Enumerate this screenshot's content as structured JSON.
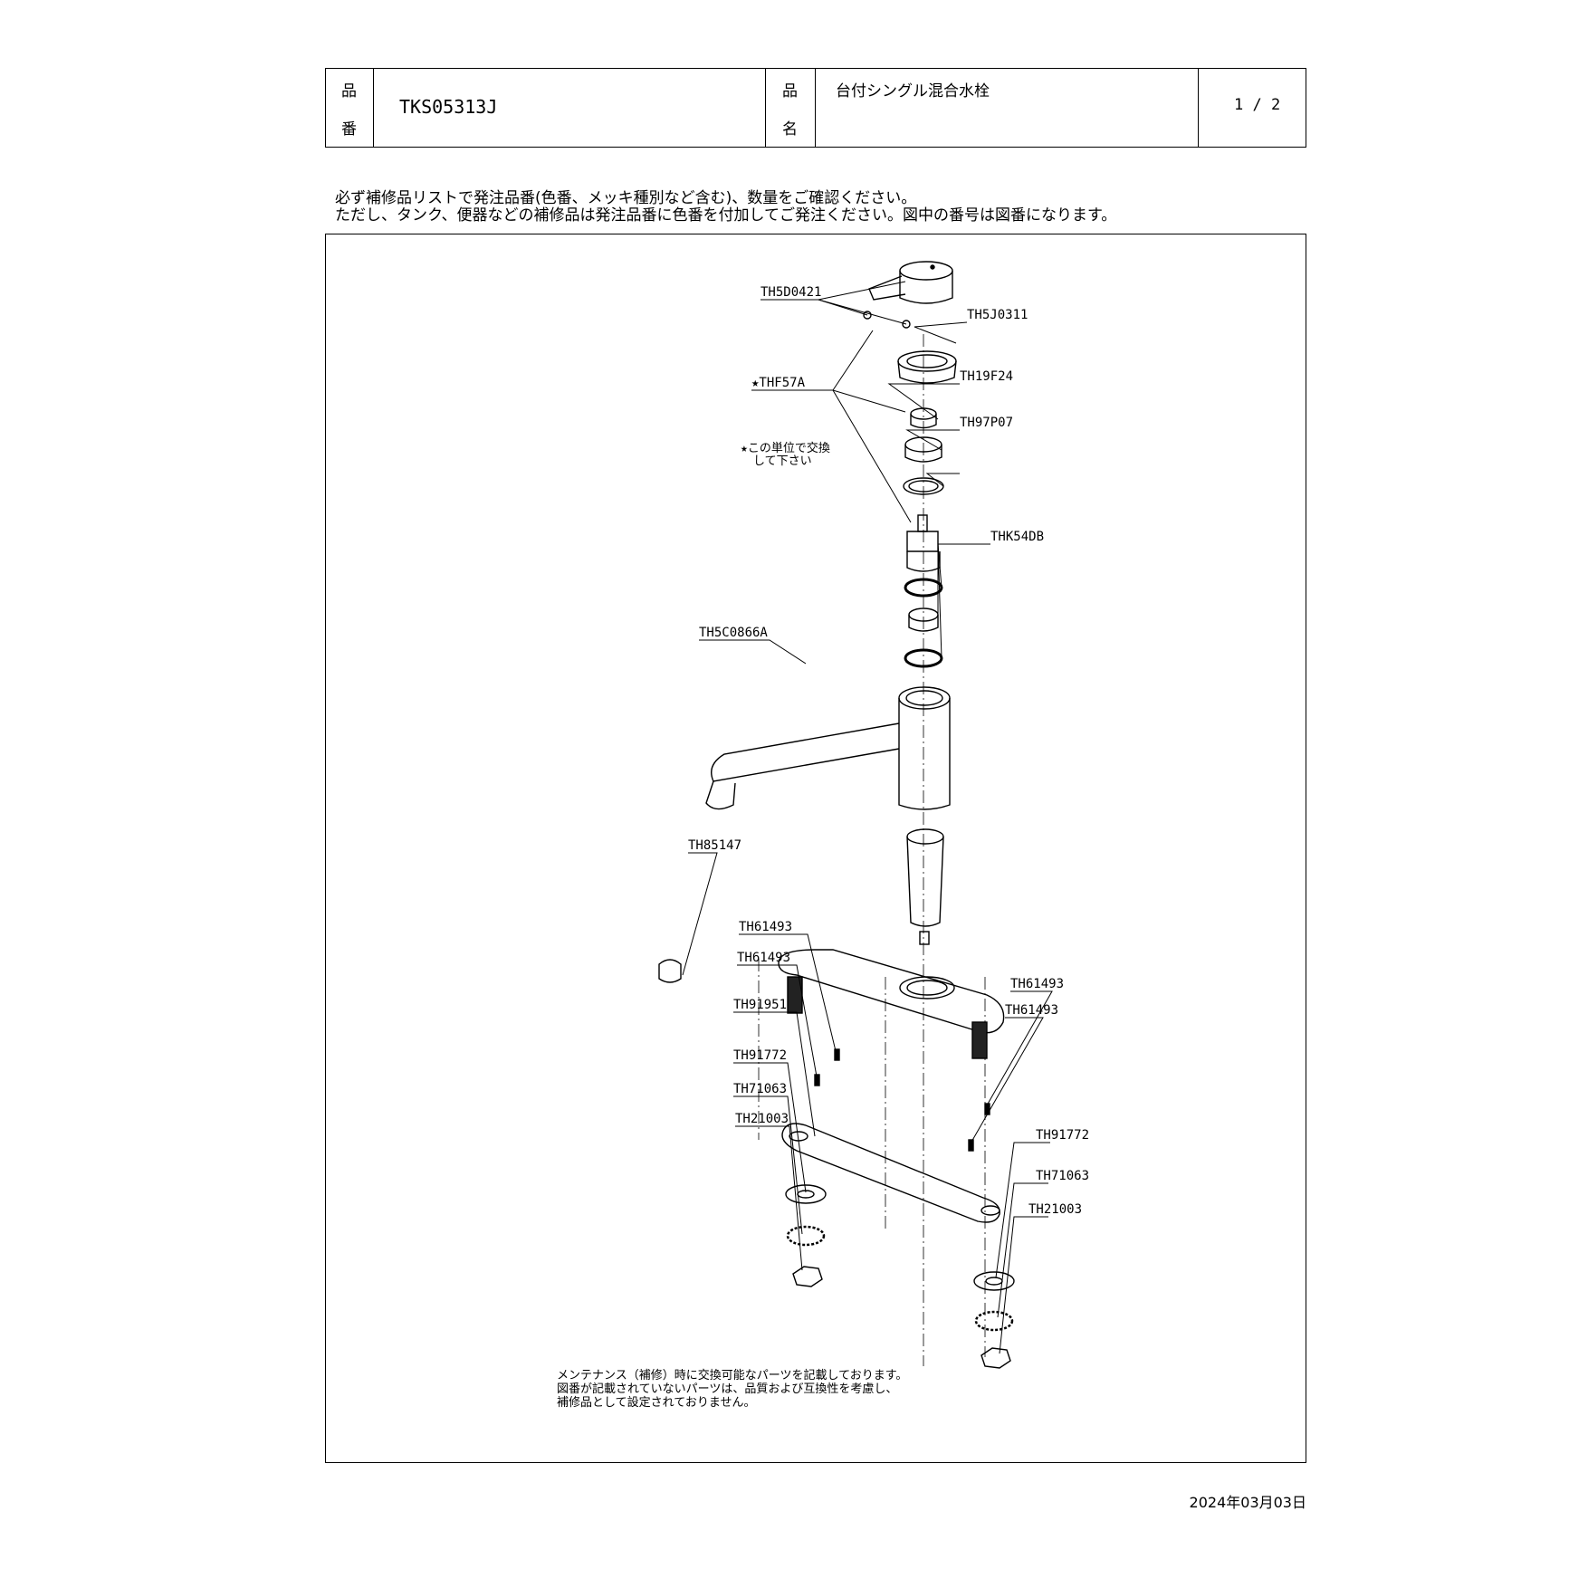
{
  "header": {
    "part_no_label_1": "品",
    "part_no_label_2": "番",
    "part_no": "TKS05313J",
    "name_label_1": "品",
    "name_label_2": "名",
    "name": "台付シングル混合水栓",
    "page": "1 / 2"
  },
  "notes": {
    "line1": "必ず補修品リストで発注品番(色番、メッキ種別など含む)、数量をご確認ください。",
    "line2": "ただし、タンク、便器などの補修品は発注品番に色番を付加してご発注ください。図中の番号は図番になります。"
  },
  "diagram": {
    "parts": [
      "TH5D0421",
      "TH5J0311",
      "★THF57A",
      "TH19F24",
      "TH97P07",
      "THK54DB",
      "TH5C0866A",
      "TH85147",
      "TH61493",
      "TH61493",
      "TH61493",
      "TH61493",
      "TH91951",
      "TH91772",
      "TH71063",
      "TH21003",
      "TH91772",
      "TH71063",
      "TH21003"
    ],
    "unit_note_1": "★この単位で交換",
    "unit_note_2": "して下さい",
    "footer_note_1": "メンテナンス（補修）時に交換可能なパーツを記載しております。",
    "footer_note_2": "図番が記載されていないパーツは、品質および互換性を考慮し、",
    "footer_note_3": "補修品として設定されておりません。"
  },
  "date": "2024年03月03日"
}
